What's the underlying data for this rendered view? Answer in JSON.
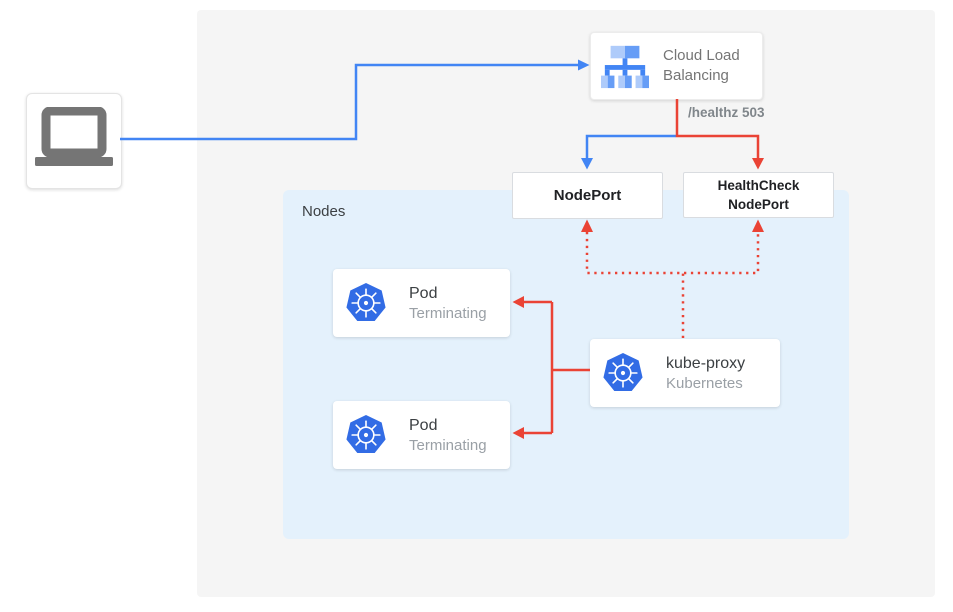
{
  "diagram": {
    "title_context": "Kubernetes external load balancing with terminating pods",
    "labels": {
      "nodes_group": "Nodes",
      "healthz_status": "/healthz 503"
    },
    "nodes": {
      "client": {
        "icon": "laptop-icon"
      },
      "cloud_load_balancing": {
        "label": "Cloud Load Balancing",
        "icon": "cloud-load-balancing-icon"
      },
      "nodeport": {
        "label": "NodePort"
      },
      "healthcheck_nodeport": {
        "label": "HealthCheck NodePort"
      },
      "pod1": {
        "title": "Pod",
        "subtitle": "Terminating",
        "icon": "kubernetes-icon"
      },
      "pod2": {
        "title": "Pod",
        "subtitle": "Terminating",
        "icon": "kubernetes-icon"
      },
      "kube_proxy": {
        "title": "kube-proxy",
        "subtitle": "Kubernetes",
        "icon": "kubernetes-icon"
      }
    },
    "edges": [
      {
        "from": "client",
        "to": "cloud_load_balancing",
        "color": "blue",
        "style": "solid"
      },
      {
        "from": "cloud_load_balancing",
        "to": "nodeport",
        "color": "blue",
        "style": "solid"
      },
      {
        "from": "cloud_load_balancing",
        "to": "healthcheck_nodeport",
        "color": "red",
        "style": "solid",
        "annotation": "/healthz 503"
      },
      {
        "from": "kube_proxy",
        "to": "pod1",
        "color": "red",
        "style": "solid"
      },
      {
        "from": "kube_proxy",
        "to": "pod2",
        "color": "red",
        "style": "solid"
      },
      {
        "from": "kube_proxy",
        "to": "nodeport",
        "color": "red",
        "style": "dotted"
      },
      {
        "from": "kube_proxy",
        "to": "healthcheck_nodeport",
        "color": "red",
        "style": "dotted"
      }
    ],
    "colors": {
      "panel_bg": "#f5f5f5",
      "nodes_bg": "#e4f1fc",
      "edge_blue": "#4285f4",
      "edge_red": "#ea4335",
      "kubernetes_blue": "#326ce5",
      "icon_gray": "#757575",
      "text_dark": "#3c4043",
      "text_gray": "#9aa0a6",
      "text_bold_gray": "#80868b"
    }
  }
}
